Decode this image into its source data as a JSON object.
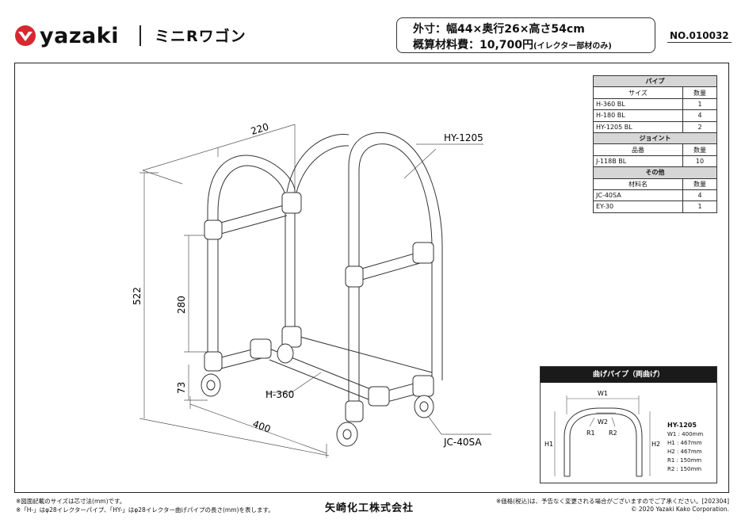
{
  "header": {
    "brand": "yazaki",
    "product_name": "ミニRワゴン",
    "size_line": "外寸：幅44×奥行26×高さ54cm",
    "cost_line": "概算材料費：10,700円",
    "cost_note": "(イレクター部材のみ)",
    "doc_no": "NO.010032"
  },
  "drawing": {
    "dim_width": "220",
    "dim_depth": "400",
    "dim_height": "522",
    "dim_mid": "280",
    "dim_low": "73",
    "label_hy": "HY-1205",
    "label_h": "H-360",
    "label_jc": "JC-40SA"
  },
  "parts": {
    "pipe_title": "パイプ",
    "pipe_cols": [
      "サイズ",
      "数量"
    ],
    "pipes": [
      {
        "name": "H-360 BL",
        "qty": "1"
      },
      {
        "name": "H-180 BL",
        "qty": "4"
      },
      {
        "name": "HY-1205 BL",
        "qty": "2"
      }
    ],
    "joint_title": "ジョイント",
    "joint_cols": [
      "品番",
      "数量"
    ],
    "joints": [
      {
        "name": "J-118B BL",
        "qty": "10"
      }
    ],
    "other_title": "その他",
    "other_cols": [
      "材料名",
      "数量"
    ],
    "others": [
      {
        "name": "JC-40SA",
        "qty": "4"
      },
      {
        "name": "EY-30",
        "qty": "1"
      }
    ]
  },
  "detail": {
    "title": "曲げパイプ（両曲げ）",
    "w1": "W1",
    "w2": "W2",
    "r1": "R1",
    "r2": "R2",
    "h1": "H1",
    "h2": "H2",
    "spec_title": "HY-1205",
    "specs": [
      "W1 : 400mm",
      "H1 : 467mm",
      "H2 : 467mm",
      "R1 : 150mm",
      "R2 : 150mm"
    ]
  },
  "footer": {
    "note1": "※図面記載のサイズは芯寸法(mm)です。",
    "note2": "※「H-」はφ28イレクターパイプ、「HY-」はφ28イレクター曲げパイプの長さ(mm)を表します。",
    "company": "矢崎化工株式会社",
    "price_note": "※価格(税込)は、予告なく変更される場合がございますのでご了承ください。[202304]",
    "copyright": "© 2020 Yazaki Kako Corporation."
  },
  "colors": {
    "brand_red": "#d7282f",
    "frame": "#222222",
    "pipe_outline": "#333333",
    "table_header": "#d6d6d6"
  }
}
